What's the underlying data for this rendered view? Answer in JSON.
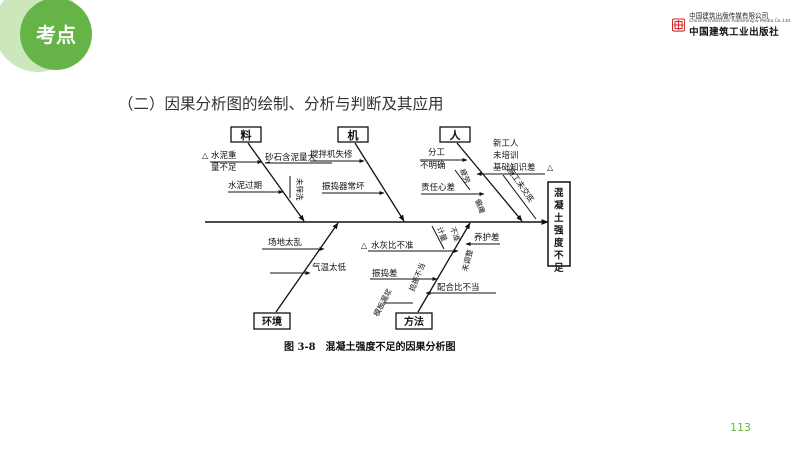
{
  "badge": {
    "label": "考点",
    "color_main": "#66b447",
    "color_light": "#cde7bd"
  },
  "publisher": {
    "name_cn": "中国建筑出版传媒有限公司",
    "name_en": "China Architecture Publishing & Media Co.,Ltd",
    "name_press": "中国建筑工业出版社",
    "logo_color": "#d2231f"
  },
  "section_title": "（二）因果分析图的绘制、分析与判断及其应用",
  "figure": {
    "effect": "混凝土强度不足",
    "caption": "图 3-8　混凝土强度不足的因果分析图",
    "categories": {
      "material": "料",
      "machine": "机",
      "people": "人",
      "environment": "环境",
      "method": "方法"
    },
    "causes": {
      "cement_weight_1": "水泥重",
      "cement_weight_2": "量不足",
      "sand_mud": "砂石含泥量大",
      "not_washed": "未筛洗",
      "cement_expired": "水泥过期",
      "mixer_disrepair": "搅拌机失修",
      "vibrator_broken": "振捣器常坏",
      "division_1": "分工",
      "division_2": "不明确",
      "new_workers_1": "新工人",
      "new_workers_2": "未培训",
      "new_workers_3": "基础知识差",
      "fatigue": "疲劳",
      "responsibility": "责任心差",
      "sick": "偏瘫",
      "no_briefing": "施工未交底",
      "site_mess": "场地太乱",
      "temp_low": "气温太低",
      "wc_ratio": "水灰比不准",
      "calc_1": "计量",
      "calc_2": "不准",
      "curing": "养护差",
      "vibrating": "振捣差",
      "form_process": "捣振不当",
      "mix_improper": "配合比不当",
      "form_leak": "模板漏浆",
      "not_adjusted": "未调整"
    },
    "marker": "△"
  },
  "page_number": "113"
}
